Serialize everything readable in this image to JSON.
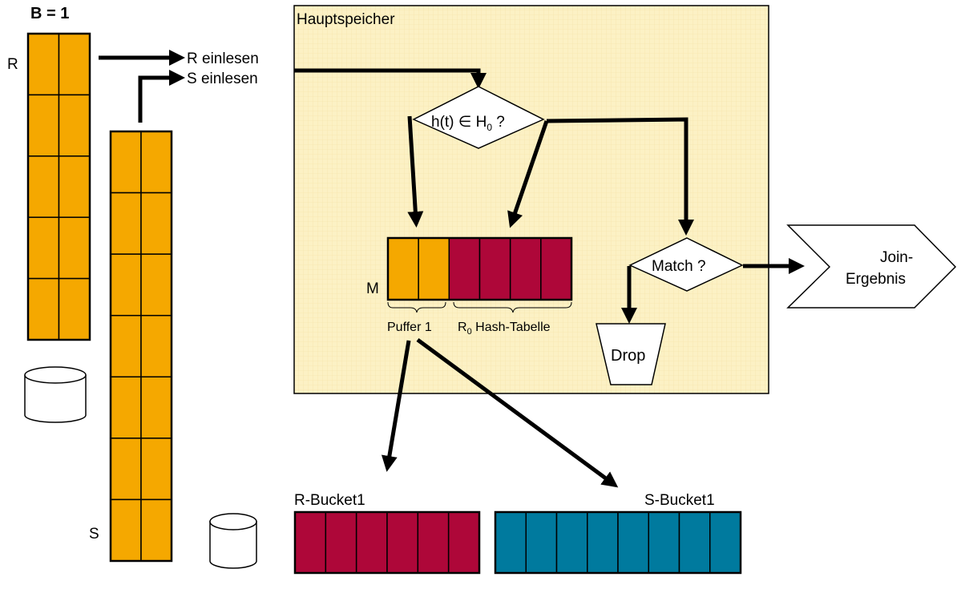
{
  "title": "B = 1",
  "colors": {
    "orange": "#F5A800",
    "crimson": "#AE0739",
    "teal": "#007A9E",
    "memory_bg": "#FCF1C4",
    "stroke": "#000000"
  },
  "relations": {
    "R": {
      "label": "R",
      "pages": 5,
      "columns": 2
    },
    "S": {
      "label": "S",
      "pages": 7,
      "columns": 2
    }
  },
  "steps": {
    "read_r": "R einlesen",
    "read_s": "S einlesen"
  },
  "memory": {
    "title": "Hauptspeicher",
    "decision1": {
      "text": "h(t) ∈ H",
      "sub": "0",
      "suffix": " ?"
    },
    "decision2": "Match ?",
    "buffer_label": "M",
    "buffer_pages": 2,
    "hash_pages": 4,
    "buffer_caption": "Puffer 1",
    "hash_caption_prefix": "R",
    "hash_caption_sub": "0",
    "hash_caption_suffix": " Hash-Tabelle",
    "drop": "Drop"
  },
  "output": {
    "line1": "Join-",
    "line2": "Ergebnis"
  },
  "buckets": {
    "r": {
      "label": "R-Bucket1",
      "pages": 6
    },
    "s": {
      "label": "S-Bucket1",
      "pages": 8
    }
  }
}
